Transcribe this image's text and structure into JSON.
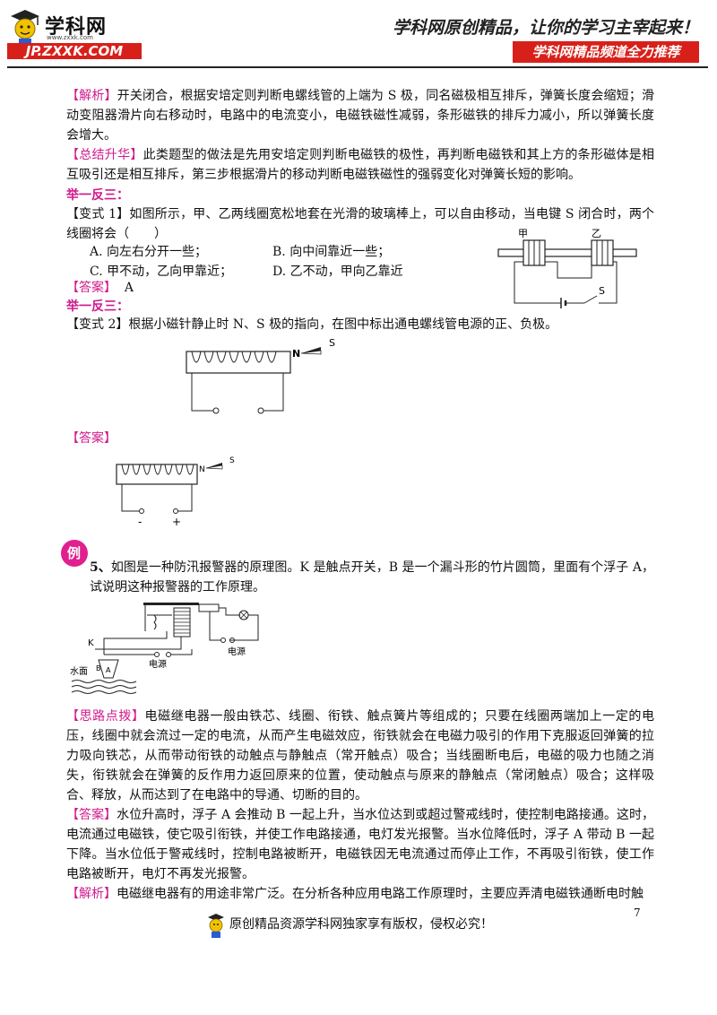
{
  "header": {
    "logo_cn": "学科网",
    "logo_url_small": "www.zxxk.com",
    "logo_url": "JP.ZXXK.COM",
    "slogan": "学科网原创精品，让你的学习主宰起来！",
    "channel": "学科网精品频道全力推荐"
  },
  "p1": {
    "tag": "【解析】",
    "text": "开关闭合，根据安培定则判断电螺线管的上端为 S 极，同名磁极相互排斥，弹簧长度会缩短；滑动变阻器滑片向右移动时，电路中的电流变小，电磁铁磁性减弱，条形磁铁的排斥力减小，所以弹簧长度会增大。"
  },
  "p2": {
    "tag": "【总结升华】",
    "text": "此类题型的做法是先用安培定则判断电磁铁的极性，再判断电磁铁和其上方的条形磁体是相互吸引还是相互排斥，第三步根据滑片的移动判断电磁铁磁性的强弱变化对弹簧长短的影响。"
  },
  "section1": "举一反三：",
  "v1": {
    "text": "【变式 1】如图所示，甲、乙两线圈宽松地套在光滑的玻璃棒上，可以自由移动，当电键 S 闭合时，两个线圈将会（　　）",
    "opt_a": "A. 向左右分开一些；",
    "opt_b": "B. 向中间靠近一些；",
    "opt_c": "C. 甲不动，乙向甲靠近；",
    "opt_d": "D. 乙不动，甲向乙靠近",
    "answer_tag": "【答案】",
    "answer": "A",
    "fig_jia": "甲",
    "fig_yi": "乙",
    "fig_s": "S"
  },
  "section2": "举一反三：",
  "v2": {
    "text": "【变式 2】根据小磁针静止时 N、S 极的指向，在图中标出通电螺线管电源的正、负极。",
    "fig_n": "N",
    "fig_s": "S",
    "answer_tag": "【答案】",
    "ans_n": "N",
    "ans_s": "S",
    "ans_minus": "-",
    "ans_plus": "+"
  },
  "ex5": {
    "badge": "例",
    "num": "5、",
    "text": "如图是一种防汛报警器的原理图。K 是触点开关，B 是一个漏斗形的竹片圆筒，里面有个浮子 A，试说明这种报警器的工作原理。",
    "fig_k": "K",
    "fig_water": "水面",
    "fig_b": "B",
    "fig_a": "A",
    "fig_power1": "电源",
    "fig_power2": "电源"
  },
  "p_tip": {
    "tag": "【思路点拨】",
    "text": "电磁继电器一般由铁芯、线圈、衔铁、触点簧片等组成的；只要在线圈两端加上一定的电压，线圈中就会流过一定的电流，从而产生电磁效应，衔铁就会在电磁力吸引的作用下克服返回弹簧的拉力吸向铁芯，从而带动衔铁的动触点与静触点（常开触点）吸合；当线圈断电后，电磁的吸力也随之消失，衔铁就会在弹簧的反作用力返回原来的位置，使动触点与原来的静触点（常闭触点）吸合；这样吸合、释放，从而达到了在电路中的导通、切断的目的。"
  },
  "p_ans": {
    "tag": "【答案】",
    "text": "水位升高时，浮子 A 会推动 B 一起上升，当水位达到或超过警戒线时，使控制电路接通。这时，电流通过电磁铁，使它吸引衔铁，并使工作电路接通，电灯发光报警。当水位降低时，浮子 A 带动 B 一起下降。当水位低于警戒线时，控制电路被断开，电磁铁因无电流通过而停止工作，不再吸引衔铁，使工作电路被断开，电灯不再发光报警。"
  },
  "p_exp": {
    "tag": "【解析】",
    "text": "电磁继电器有的用途非常广泛。在分析各种应用电路工作原理时，主要应弄清电磁铁通断电时触"
  },
  "footer": {
    "page_number": "7",
    "text": "原创精品资源学科网独家享有版权，侵权必究！"
  },
  "colors": {
    "tag_magenta": "#d01a8c",
    "brand_red": "#d8201a"
  }
}
